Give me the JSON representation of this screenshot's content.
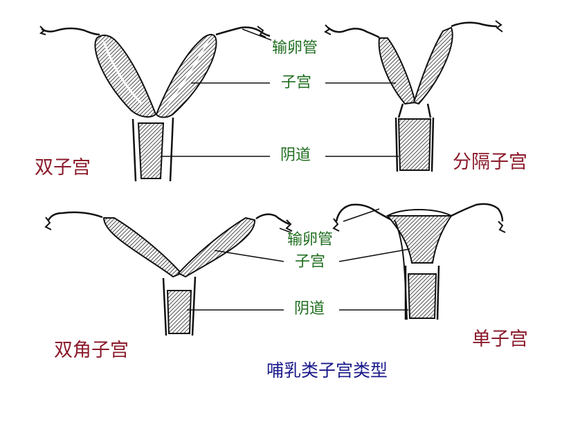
{
  "labels": {
    "oviduct": "输卵管",
    "uterus": "子宫",
    "vagina": "阴道"
  },
  "types": {
    "duplex": "双子宫",
    "bipartite": "分隔子宫",
    "bicornuate": "双角子宫",
    "simplex": "单子宫"
  },
  "caption": "哺乳类子宫类型",
  "colors": {
    "label_green": "#1f6e1f",
    "type_red": "#8b1a2b",
    "caption_blue": "#1a1a8b"
  }
}
